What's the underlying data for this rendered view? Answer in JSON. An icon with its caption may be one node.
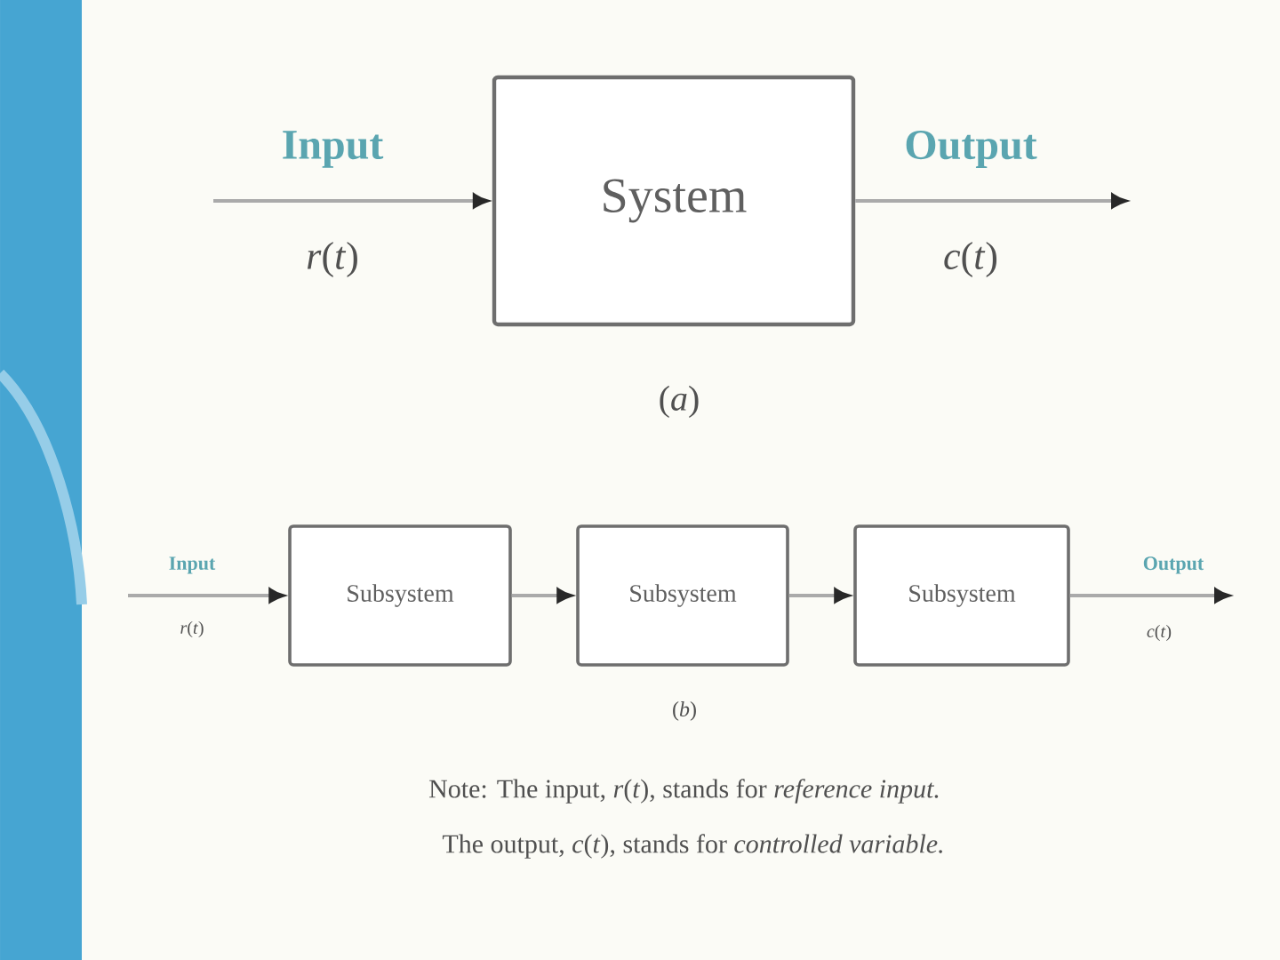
{
  "diagram": {
    "nodes": [
      {
        "text": [
          "System"
        ]
      },
      {
        "text": [
          "Subsystem"
        ]
      },
      {
        "text": [
          "Subsystem"
        ]
      },
      {
        "text": [
          "Subsystem"
        ]
      }
    ],
    "edges": [
      {
        "from": null,
        "to": 0,
        "arrow": "to",
        "label": "Input"
      },
      {
        "from": 0,
        "to": null,
        "arrow": "to",
        "label": "Output"
      },
      {
        "from": null,
        "to": 1,
        "arrow": "to",
        "label": "Input"
      },
      {
        "from": 1,
        "to": 2,
        "arrow": "to"
      },
      {
        "from": 2,
        "to": 3,
        "arrow": "to"
      },
      {
        "from": 3,
        "to": null,
        "arrow": "to",
        "label": "Output"
      }
    ],
    "labels": [
      "*r*(*t*)",
      "*c*(*t*)",
      "(*a*)",
      "*r*(*t*)",
      "*c*(*t*)",
      "(*b*)",
      "Note:  The input, *r*(*t*), stands for *reference input.*",
      "The output, *c*(*t*), stands for *controlled variable.*"
    ]
  }
}
